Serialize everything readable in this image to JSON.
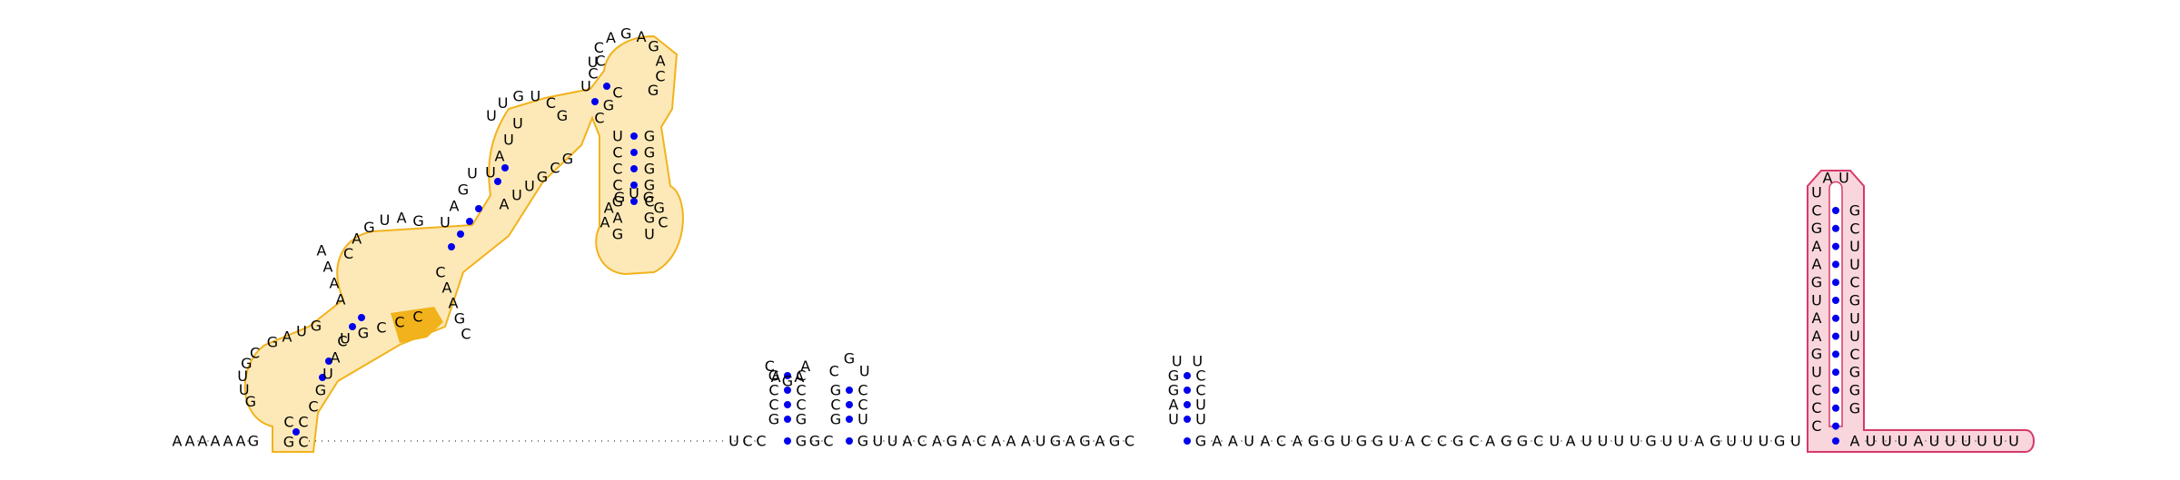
{
  "colors": {
    "bond": "#0000ee",
    "highlight_orange_fill": "#fde9b8",
    "highlight_orange_stroke": "#f2b21c",
    "highlight_orange_solid": "#f2b21c",
    "highlight_pink_fill": "#f9d6dc",
    "highlight_pink_stroke": "#d43a6a"
  },
  "backbone": {
    "left_run": "AAAAAAG",
    "mid_run_1": "UCC",
    "mid_run_2": "GGC",
    "mid_run_3": "GUUACAGACAAAUGAGAGC",
    "mid_run_4": "GAAUACAGGUGGUACCGCAGGCUAUUUUGUUAGUUUGU",
    "right_run": "AUUUAUUUUUU"
  },
  "hairpin_a": {
    "stem_left": "GCCG",
    "stem_right": "CCCG",
    "loop": "CAGAA"
  },
  "hairpin_b": {
    "stem_left": "GCG",
    "stem_right": "CCU",
    "loop": "CGU"
  },
  "hairpin_c": {
    "stem_left": "GGAU",
    "stem_right": "CCUU",
    "loop": "UU"
  },
  "pink_stem": {
    "left_col": "UCGAAGUAAGUCCC",
    "right_col": "GCUUCGUUCGGG",
    "loop": "AU"
  },
  "orange_domain": {
    "helix1_loop_left": "GUUGC",
    "helix1_loop_top": "GAUG",
    "helix1_right": "CGUAC",
    "helix2_left": "AAAA",
    "helix2_right": "UGCCC",
    "bulge_top": "CAGUAG",
    "helix3_left": "UAGU",
    "helix3_right": "CAAGC",
    "helix4_left": "UAUU",
    "helix4_right": "AUUGCG",
    "loop_top": "UUGUCG",
    "helix5_left": "UCC",
    "helix5_right": "CGC",
    "apex": "UCAGAGACG",
    "hairpin_left": "UCCCGAG",
    "hairpin_right": "GGGGCGU",
    "hairpin_loop": "AAGUGGC"
  }
}
